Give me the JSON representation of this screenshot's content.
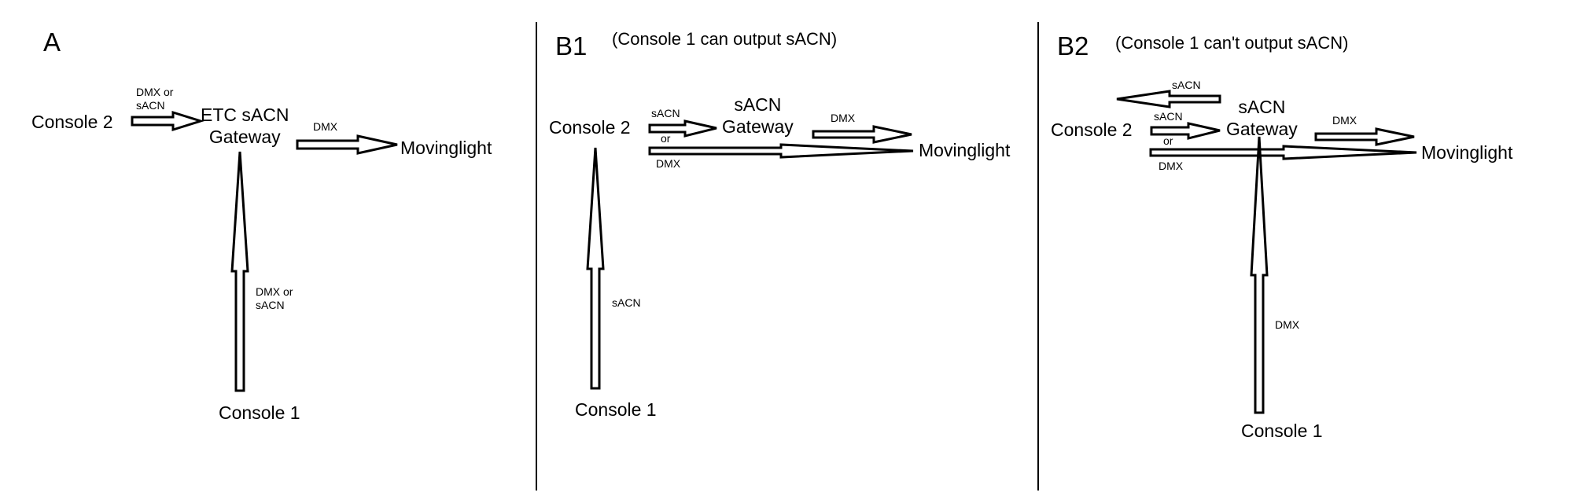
{
  "panels": [
    {
      "title": "A",
      "subtitle": "",
      "nodes": {
        "console2": "Console 2",
        "gateway_line1": "ETC sACN",
        "gateway_line2": "Gateway",
        "movinglight": "Movinglight",
        "console1": "Console 1"
      },
      "arrow_labels": {
        "console2_line1": "DMX or",
        "console2_line2": "sACN",
        "gateway_out": "DMX",
        "console1_line1": "DMX or",
        "console1_line2": "sACN"
      }
    },
    {
      "title": "B1",
      "subtitle": "(Console 1 can output sACN)",
      "nodes": {
        "console2": "Console 2",
        "gateway_line1": "sACN",
        "gateway_line2": "Gateway",
        "movinglight": "Movinglight",
        "console1": "Console 1"
      },
      "arrow_labels": {
        "console2_sacn": "sACN",
        "console2_or": "or",
        "console2_dmx": "DMX",
        "gateway_out": "DMX",
        "console1": "sACN"
      }
    },
    {
      "title": "B2",
      "subtitle": "(Console 1 can't output sACN)",
      "nodes": {
        "console2": "Console 2",
        "gateway_line1": "sACN",
        "gateway_line2": "Gateway",
        "movinglight": "Movinglight",
        "console1": "Console 1"
      },
      "arrow_labels": {
        "gateway_to_console2": "sACN",
        "console2_sacn": "sACN",
        "console2_or": "or",
        "console2_dmx": "DMX",
        "gateway_out": "DMX",
        "console1": "DMX"
      }
    }
  ]
}
